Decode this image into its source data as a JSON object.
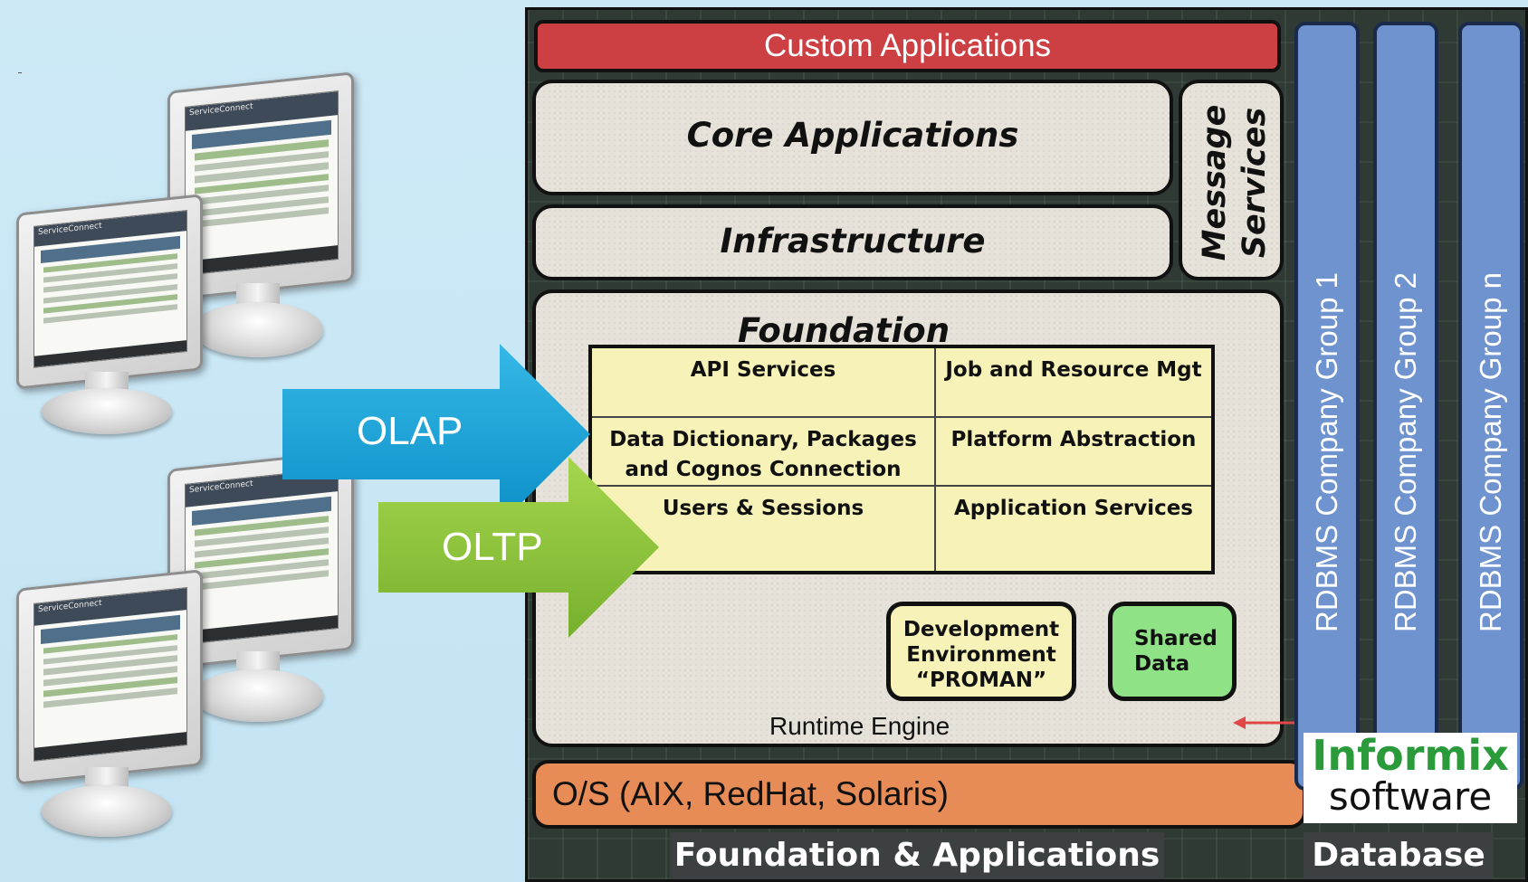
{
  "layers": {
    "custom_applications": "Custom Applications",
    "core_applications": "Core Applications",
    "infrastructure": "Infrastructure",
    "message_services": "Message Services",
    "foundation": "Foundation",
    "runtime_engine": "Runtime Engine",
    "os": "O/S (AIX, RedHat, Solaris)"
  },
  "foundation_cells": [
    "API Services",
    "Job and Resource Mgt",
    "Data Dictionary, Packages and Cognos Connection",
    "Platform Abstraction",
    "Users & Sessions",
    "Application Services"
  ],
  "components": {
    "development_environment": "Development Environment “PROMAN”",
    "shared_data": "Shared Data"
  },
  "databases": [
    "RDBMS Company Group 1",
    "RDBMS Company Group 2",
    "RDBMS Company Group n"
  ],
  "arrows": {
    "olap": "OLAP",
    "oltp": "OLTP"
  },
  "logo": {
    "brand": "Informix",
    "sub": "software"
  },
  "footer": {
    "left": "Foundation & Applications",
    "right": "Database"
  },
  "monitor_brand": "ServiceConnect",
  "colors": {
    "custom_applications": "#cc3f42",
    "os": "#e78c57",
    "rdbms": "#6f93cf",
    "foundation_grid": "#f7f3b8",
    "shared_data": "#8fe286",
    "olap_arrow": "#1ba6d8",
    "oltp_arrow": "#8dc63f",
    "informix_brand": "#2a9a3a"
  }
}
